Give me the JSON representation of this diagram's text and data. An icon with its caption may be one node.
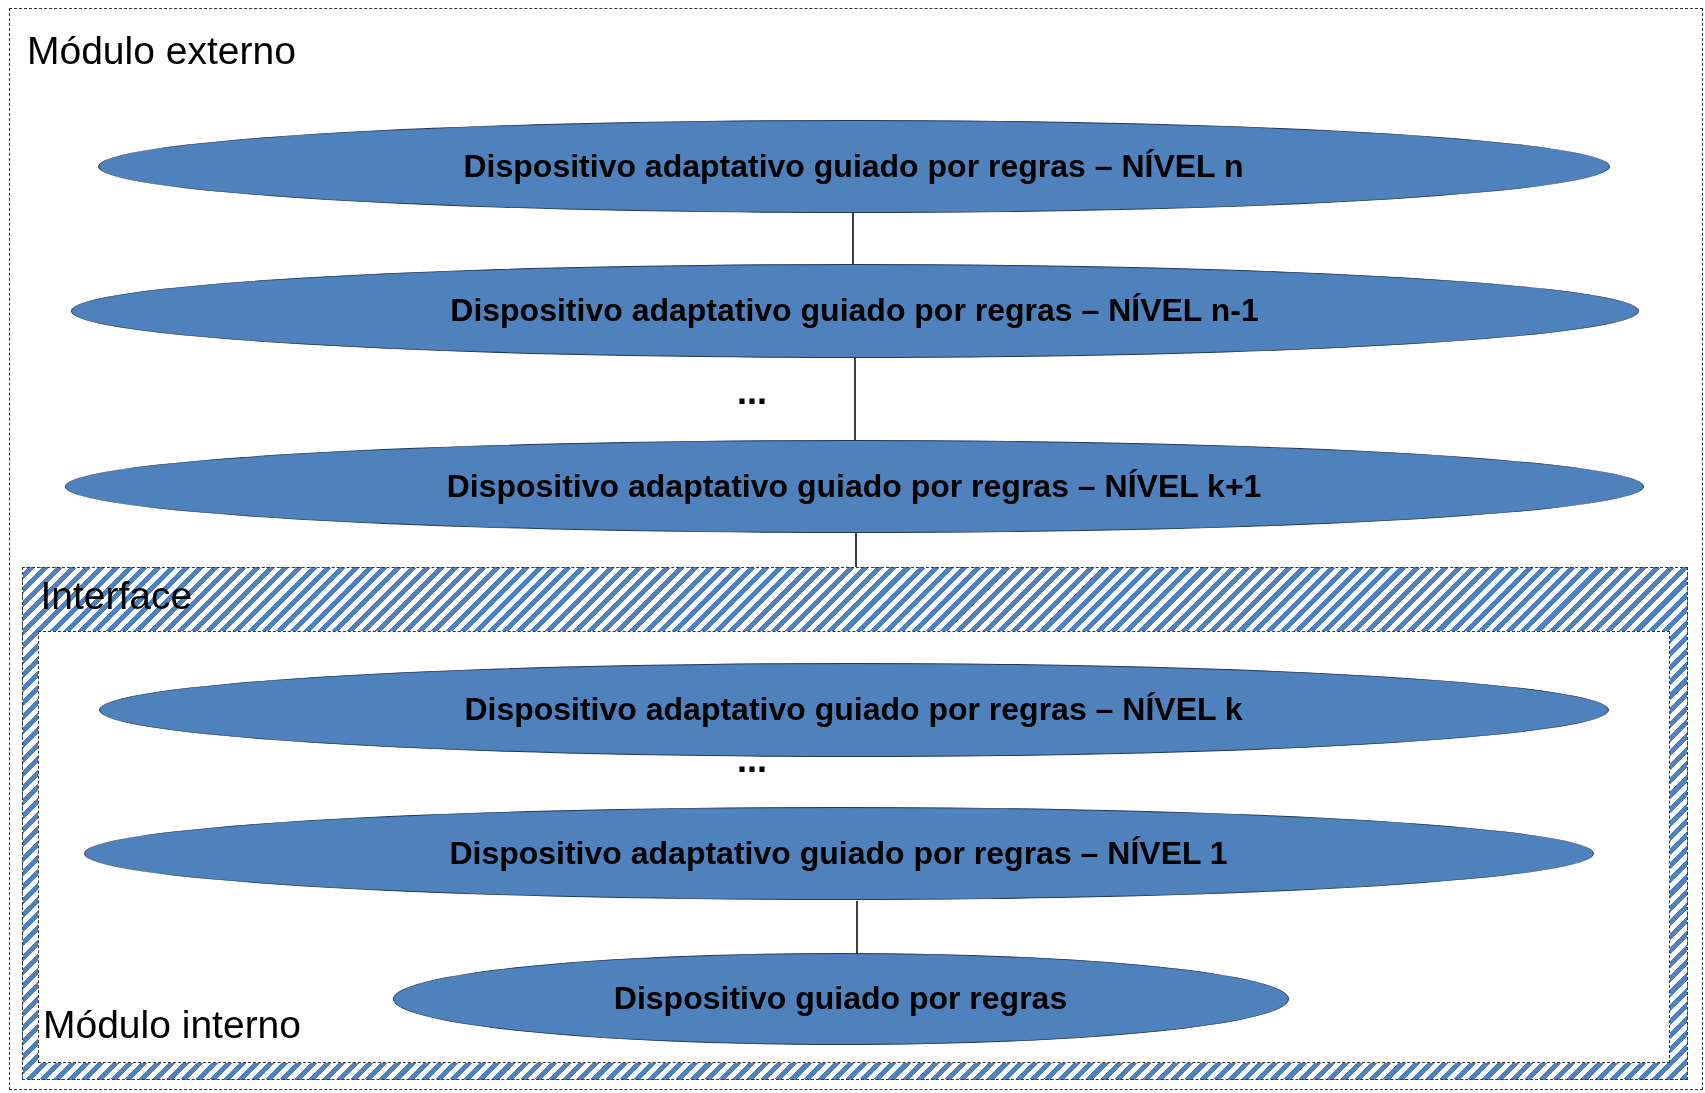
{
  "diagram": {
    "nodes": [
      {
        "text": [
          "Módulo externo"
        ]
      },
      {
        "text": [
          "Dispositivo adaptativo guiado por regras – NÍVEL n"
        ],
        "in": 0
      },
      {
        "text": [
          "Dispositivo adaptativo guiado por regras – NÍVEL n-1"
        ],
        "in": 0
      },
      {
        "text": [
          "Dispositivo adaptativo guiado por regras – NÍVEL k+1"
        ],
        "in": 0
      },
      {
        "text": [
          "Interface"
        ],
        "in": 0
      },
      {
        "text": [
          "Módulo interno"
        ],
        "in": 4
      },
      {
        "text": [
          "Dispositivo adaptativo guiado por regras – NÍVEL k"
        ],
        "in": 5
      },
      {
        "text": [
          "Dispositivo adaptativo guiado por regras – NÍVEL 1"
        ],
        "in": 5
      },
      {
        "text": [
          "Dispositivo guiado por regras"
        ],
        "in": 5
      }
    ],
    "edges": [
      {
        "from": 1,
        "to": 2,
        "arrow": "none"
      },
      {
        "from": 2,
        "to": 3,
        "arrow": "none"
      },
      {
        "from": 3,
        "to": 4,
        "arrow": "none"
      },
      {
        "from": 7,
        "to": 8,
        "arrow": "none"
      }
    ],
    "labels": [
      "...",
      "..."
    ]
  }
}
